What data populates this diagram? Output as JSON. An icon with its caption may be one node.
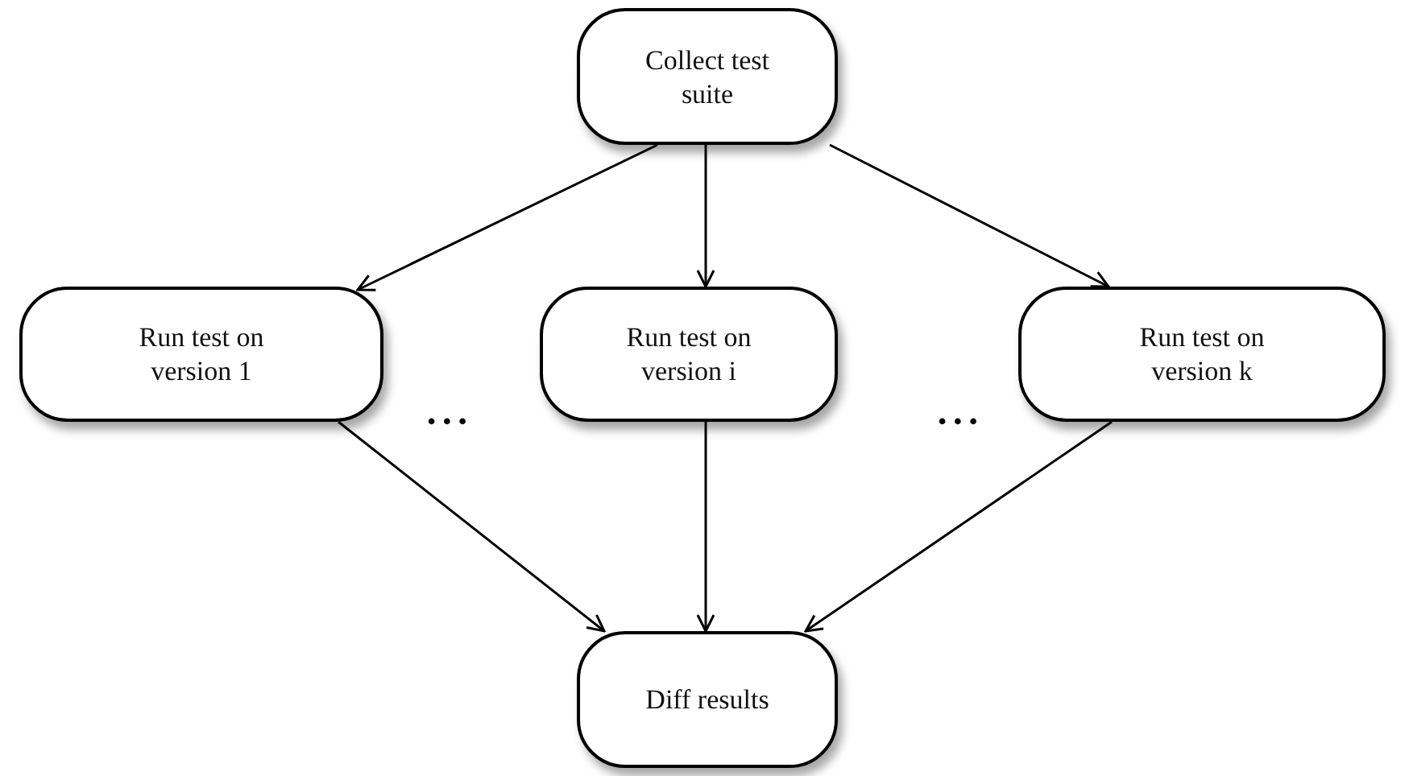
{
  "diagram": {
    "nodes": [
      {
        "text": [
          "Collect test suite"
        ]
      },
      {
        "text": [
          "Run test on version 1"
        ]
      },
      {
        "text": [
          "Run test on version i"
        ]
      },
      {
        "text": [
          "Run test on version k"
        ]
      },
      {
        "text": [
          "Diff results"
        ]
      }
    ],
    "edges": [
      {
        "from": 0,
        "to": 1,
        "arrow": "to"
      },
      {
        "from": 0,
        "to": 2,
        "arrow": "to"
      },
      {
        "from": 0,
        "to": 3,
        "arrow": "to"
      },
      {
        "from": 1,
        "to": 4,
        "arrow": "to"
      },
      {
        "from": 2,
        "to": 4,
        "arrow": "to"
      },
      {
        "from": 3,
        "to": 4,
        "arrow": "to"
      }
    ],
    "labels": [
      "• • •",
      "• • •"
    ]
  }
}
